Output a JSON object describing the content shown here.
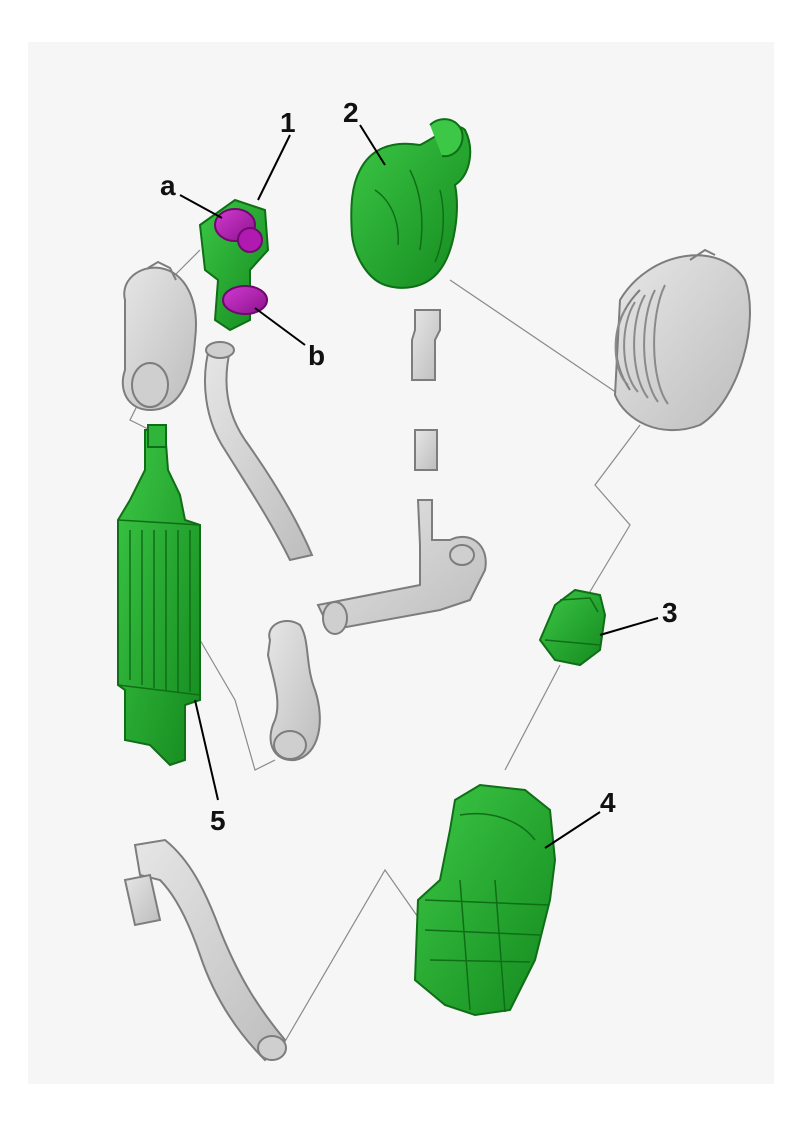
{
  "diagram": {
    "callouts": {
      "c1": "1",
      "c2": "2",
      "c3": "3",
      "c4": "4",
      "c5": "5",
      "ca": "a",
      "cb": "b"
    },
    "colors": {
      "green": "#1ea82a",
      "green_dark": "#0f6e16",
      "magenta": "#b01ab0",
      "grey": "#d4d4d4",
      "grey_dark": "#8a8a8a",
      "background": "#f6f6f6"
    }
  }
}
